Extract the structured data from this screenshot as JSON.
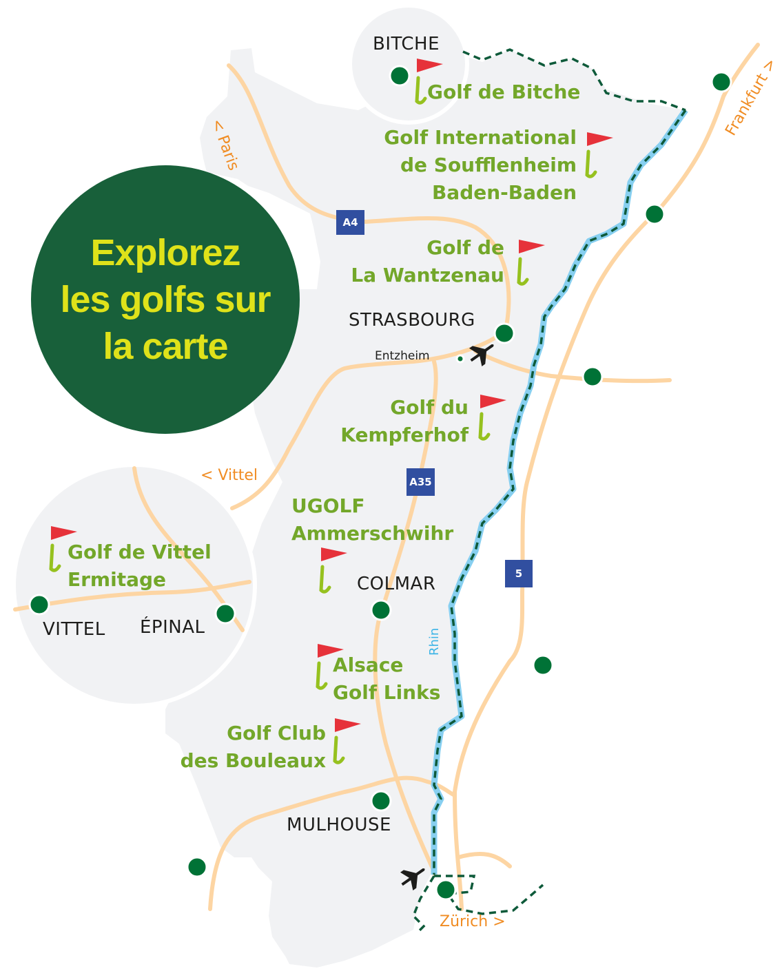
{
  "title": {
    "lines": [
      "Explorez",
      "les golfs sur",
      "la carte"
    ]
  },
  "colors": {
    "land": "#f1f2f4",
    "hero_bg": "#18603a",
    "hero_text": "#dfe21a",
    "golf_text": "#73a72a",
    "flag": "#e6323a",
    "club": "#96c11f",
    "city_dot": "#007236",
    "road": "#fdd5a3",
    "river": "#87cff0",
    "border_dash": "#0e5a3a",
    "road_badge": "#314fa0",
    "direction_text": "#f08c23"
  },
  "cities": {
    "bitche": "BITCHE",
    "strasbourg": "STRASBOURG",
    "entzheim": "Entzheim",
    "colmar": "COLMAR",
    "mulhouse": "MULHOUSE",
    "vittel": "VITTEL",
    "epinal": "ÉPINAL"
  },
  "golfs": [
    {
      "name_lines": [
        "Golf de Bitche"
      ]
    },
    {
      "name_lines": [
        "Golf International",
        "de Soufflenheim",
        "Baden-Baden"
      ]
    },
    {
      "name_lines": [
        "Golf de",
        "La Wantzenau"
      ]
    },
    {
      "name_lines": [
        "Golf du",
        "Kempferhof"
      ]
    },
    {
      "name_lines": [
        "UGOLF",
        "Ammerschwihr"
      ]
    },
    {
      "name_lines": [
        "Alsace",
        "Golf Links"
      ]
    },
    {
      "name_lines": [
        "Golf Club",
        "des Bouleaux"
      ]
    },
    {
      "name_lines": [
        "Golf de Vittel",
        "Ermitage"
      ]
    }
  ],
  "directions": {
    "paris": "< Paris",
    "frankfurt": "Frankfurt >",
    "vittel": "< Vittel",
    "zurich": "Zürich >"
  },
  "roads": {
    "a4": "A4",
    "a35": "A35",
    "b5": "5"
  },
  "river": "Rhin"
}
